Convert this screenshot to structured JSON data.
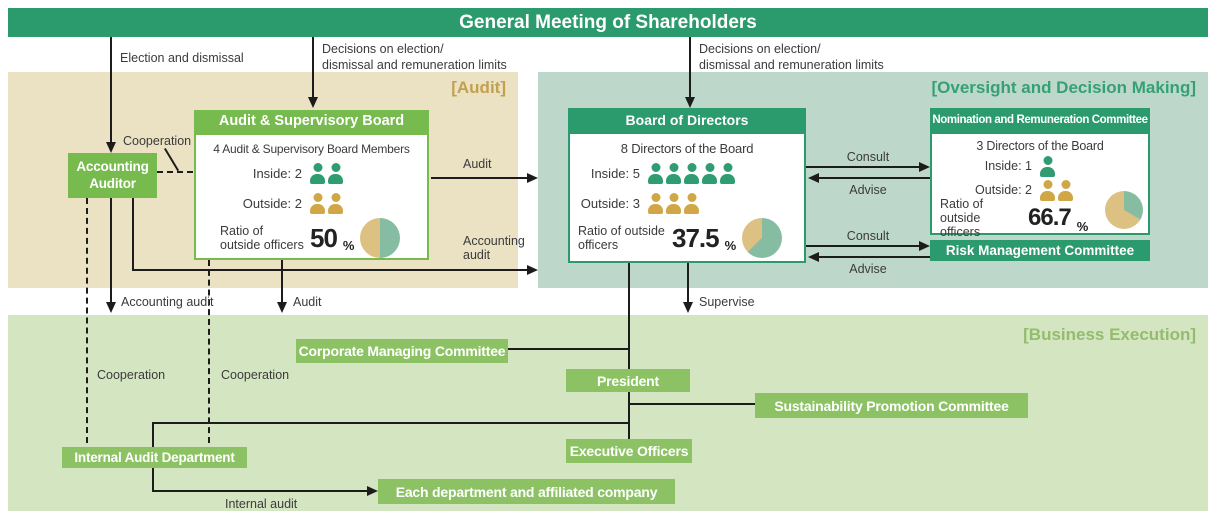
{
  "banner": {
    "title": "General Meeting of Shareholders"
  },
  "sections": {
    "audit_label": "[Audit]",
    "oversight_label": "[Oversight and Decision Making]",
    "business_label": "[Business Execution]"
  },
  "labels": {
    "percent": "%"
  },
  "flows": {
    "election": "Election and dismissal",
    "decisions_line1": "Decisions on election/",
    "decisions_line2": "dismissal and remuneration limits",
    "cooperation": "Cooperation",
    "audit": "Audit",
    "accounting_audit": "Accounting audit",
    "consult": "Consult",
    "advise": "Advise",
    "supervise": "Supervise",
    "internal_audit": "Internal audit"
  },
  "accounting_auditor": {
    "line1": "Accounting",
    "line2": "Auditor"
  },
  "asb": {
    "title": "Audit & Supervisory Board",
    "members": "4 Audit & Supervisory Board Members",
    "inside_label": "Inside: 2",
    "inside_count": 2,
    "outside_label": "Outside: 2",
    "outside_count": 2,
    "ratio_label": "Ratio of outside officers",
    "ratio_value": "50",
    "outside_ratio": 50
  },
  "board": {
    "title": "Board of Directors",
    "members": "8 Directors of the Board",
    "inside_label": "Inside: 5",
    "inside_count": 5,
    "outside_label": "Outside: 3",
    "outside_count": 3,
    "ratio_label": "Ratio of outside officers",
    "ratio_value": "37.5",
    "outside_ratio": 37.5
  },
  "nomination": {
    "title": "Nomination and Remuneration Committee",
    "members": "3 Directors of the Board",
    "inside_label": "Inside: 1",
    "inside_count": 1,
    "outside_label": "Outside: 2",
    "outside_count": 2,
    "ratio_label": "Ratio of outside officers",
    "ratio_value": "66.7",
    "outside_ratio": 66.7
  },
  "risk": {
    "title": "Risk Management Committee"
  },
  "business": {
    "corporate": "Corporate Managing Committee",
    "president": "President",
    "sustainability": "Sustainability Promotion Committee",
    "executive": "Executive Officers",
    "each_department": "Each department and affiliated company",
    "internal_audit_dept": "Internal Audit Department"
  },
  "colors": {
    "dark_green": "#2b9b6d",
    "box_green": "#77ba4e",
    "business_box_green": "#8cc264",
    "audit_bg": "#ebe1c3",
    "oversight_bg": "#bdd8ca",
    "business_bg": "#d4e5c2",
    "audit_label": "#c2a14e",
    "oversight_label": "#35a077",
    "business_label": "#93bd6d",
    "person_green": "#2f9c72",
    "person_tan": "#d1a647",
    "pie_green": "#85bca2",
    "pie_tan": "#dcc183",
    "line": "#1c1c1c"
  }
}
